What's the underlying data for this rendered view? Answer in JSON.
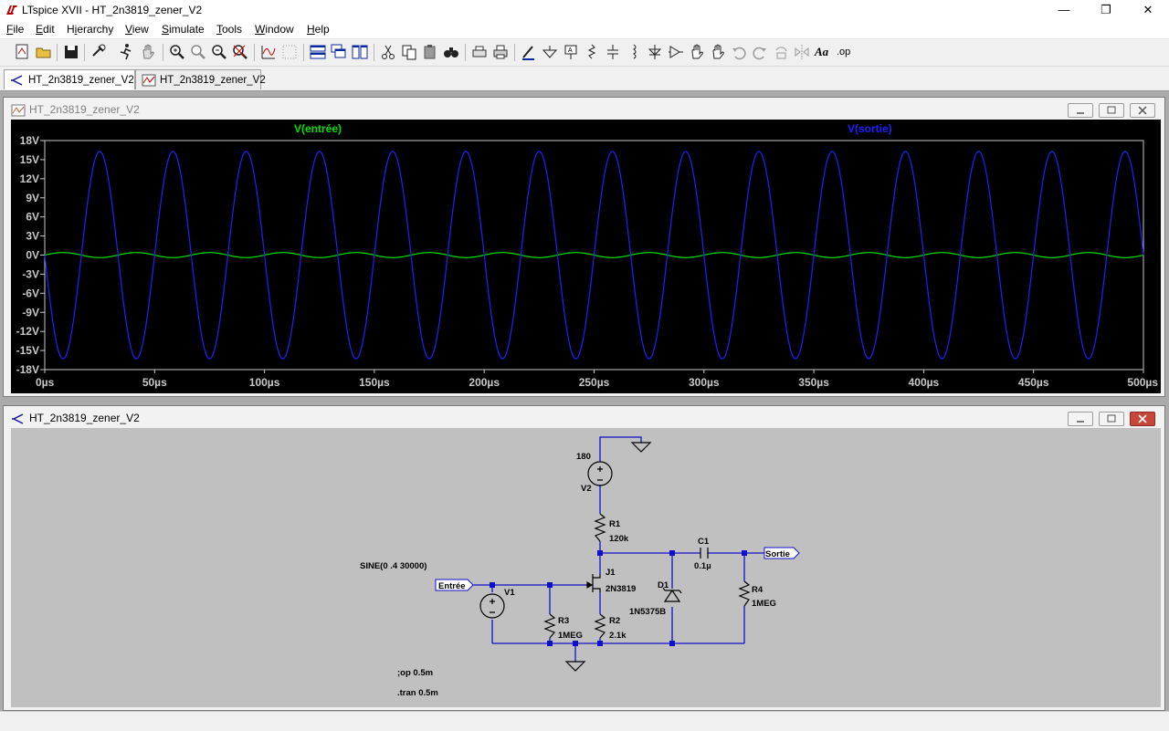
{
  "window": {
    "title": "LTspice XVII - HT_2n3819_zener_V2",
    "controls": {
      "minimize": "—",
      "maximize": "❐",
      "close": "✕"
    }
  },
  "menu": {
    "items": [
      "File",
      "Edit",
      "Hierarchy",
      "View",
      "Simulate",
      "Tools",
      "Window",
      "Help"
    ],
    "mnemonics": [
      "F",
      "E",
      "i",
      "V",
      "S",
      "T",
      "W",
      "H"
    ]
  },
  "toolbar": {
    "icons": [
      "new-schematic-icon",
      "open-icon",
      "save-icon",
      "control-panel-icon",
      "run-icon",
      "halt-icon",
      "zoom-in-icon",
      "pan-icon",
      "zoom-out-icon",
      "zoom-fit-icon",
      "autorange-icon",
      "grid-icon",
      "tile-horizontal-icon",
      "cascade-icon",
      "tile-vertical-icon",
      "cut-icon",
      "copy-icon",
      "paste-icon",
      "find-icon",
      "print-setup-icon",
      "print-icon",
      "draw-wire-icon",
      "ground-icon",
      "label-net-icon",
      "resistor-icon",
      "capacitor-icon",
      "inductor-icon",
      "diode-icon",
      "component-icon",
      "move-icon",
      "drag-icon",
      "undo-icon",
      "redo-icon",
      "rotate-icon",
      "mirror-icon",
      "text-icon",
      "spice-directive-icon"
    ],
    "text_label": "Aa",
    "op_label": ".op"
  },
  "tabs": [
    {
      "label": "HT_2n3819_zener_V2",
      "icon": "schematic-icon",
      "active": true
    },
    {
      "label": "HT_2n3819_zener_V2",
      "icon": "waveform-icon",
      "active": false
    }
  ],
  "waveform_pane": {
    "title": "HT_2n3819_zener_V2",
    "chart_data": {
      "type": "line",
      "x_unit": "µs",
      "y_unit": "V",
      "xlim": [
        0,
        500
      ],
      "ylim": [
        -18,
        18
      ],
      "x_ticks": [
        "0µs",
        "50µs",
        "100µs",
        "150µs",
        "200µs",
        "250µs",
        "300µs",
        "350µs",
        "400µs",
        "450µs",
        "500µs"
      ],
      "y_ticks": [
        "18V",
        "15V",
        "12V",
        "9V",
        "6V",
        "3V",
        "0V",
        "-3V",
        "-6V",
        "-9V",
        "-12V",
        "-15V",
        "-18V"
      ],
      "series": [
        {
          "name": "V(entrée)",
          "color": "#00e000",
          "function": "sine",
          "amplitude": 0.4,
          "frequency_hz": 30000,
          "phase": "sin"
        },
        {
          "name": "V(sortie)",
          "color": "#2020ff",
          "function": "sine",
          "amplitude": 16.3,
          "frequency_hz": 30000,
          "phase": "-sin"
        }
      ],
      "grid": false
    }
  },
  "schematic_pane": {
    "title": "HT_2n3819_zener_V2",
    "labels": {
      "v2_value": "180",
      "v2_name": "V2",
      "r1_name": "R1",
      "r1_value": "120k",
      "c1_name": "C1",
      "c1_value": "0.1µ",
      "out_label": "Sortie",
      "j1_name": "J1",
      "j1_model": "2N3819",
      "d1_name": "D1",
      "d1_model": "1N5375B",
      "r4_name": "R4",
      "r4_value": "1MEG",
      "sine_spec": "SINE(0 .4 30000)",
      "in_label": "Entrée",
      "v1_name": "V1",
      "r3_name": "R3",
      "r3_value": "1MEG",
      "r2_name": "R2",
      "r2_value": "2.1k",
      "op_directive": ";op 0.5m",
      "tran_directive": ".tran 0.5m"
    }
  },
  "colors": {
    "trace_input": "#00e000",
    "trace_output": "#2020ff",
    "wire": "#1010c8",
    "schematic_bg": "#c0c0c0"
  }
}
